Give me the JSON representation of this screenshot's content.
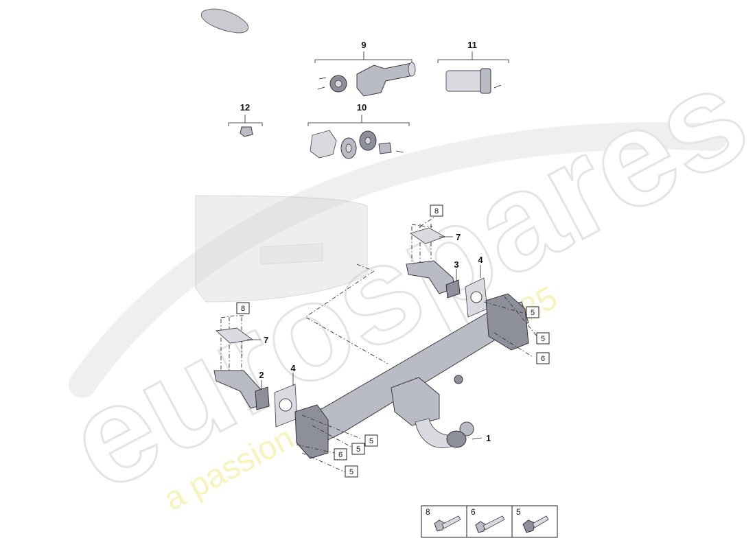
{
  "watermark": {
    "brand": "eurospares",
    "tagline": "a passion for parts since 1985"
  },
  "callouts": {
    "c1": "1",
    "c2": "2",
    "c3": "3",
    "c4a": "4",
    "c4b": "4",
    "c7a": "7",
    "c7b": "7",
    "c8a": "8",
    "c8b": "8",
    "c9": "9",
    "c10": "10",
    "c11": "11",
    "c12": "12",
    "c5a": "5",
    "c5b": "5",
    "c5c": "5",
    "c5d": "5",
    "c5e": "5",
    "c6a": "6",
    "c6b": "6"
  },
  "legend": [
    {
      "number": "8"
    },
    {
      "number": "6"
    },
    {
      "number": "5"
    }
  ],
  "icons": [
    "bolt-8-icon",
    "bolt-6-icon",
    "bolt-5-icon"
  ]
}
